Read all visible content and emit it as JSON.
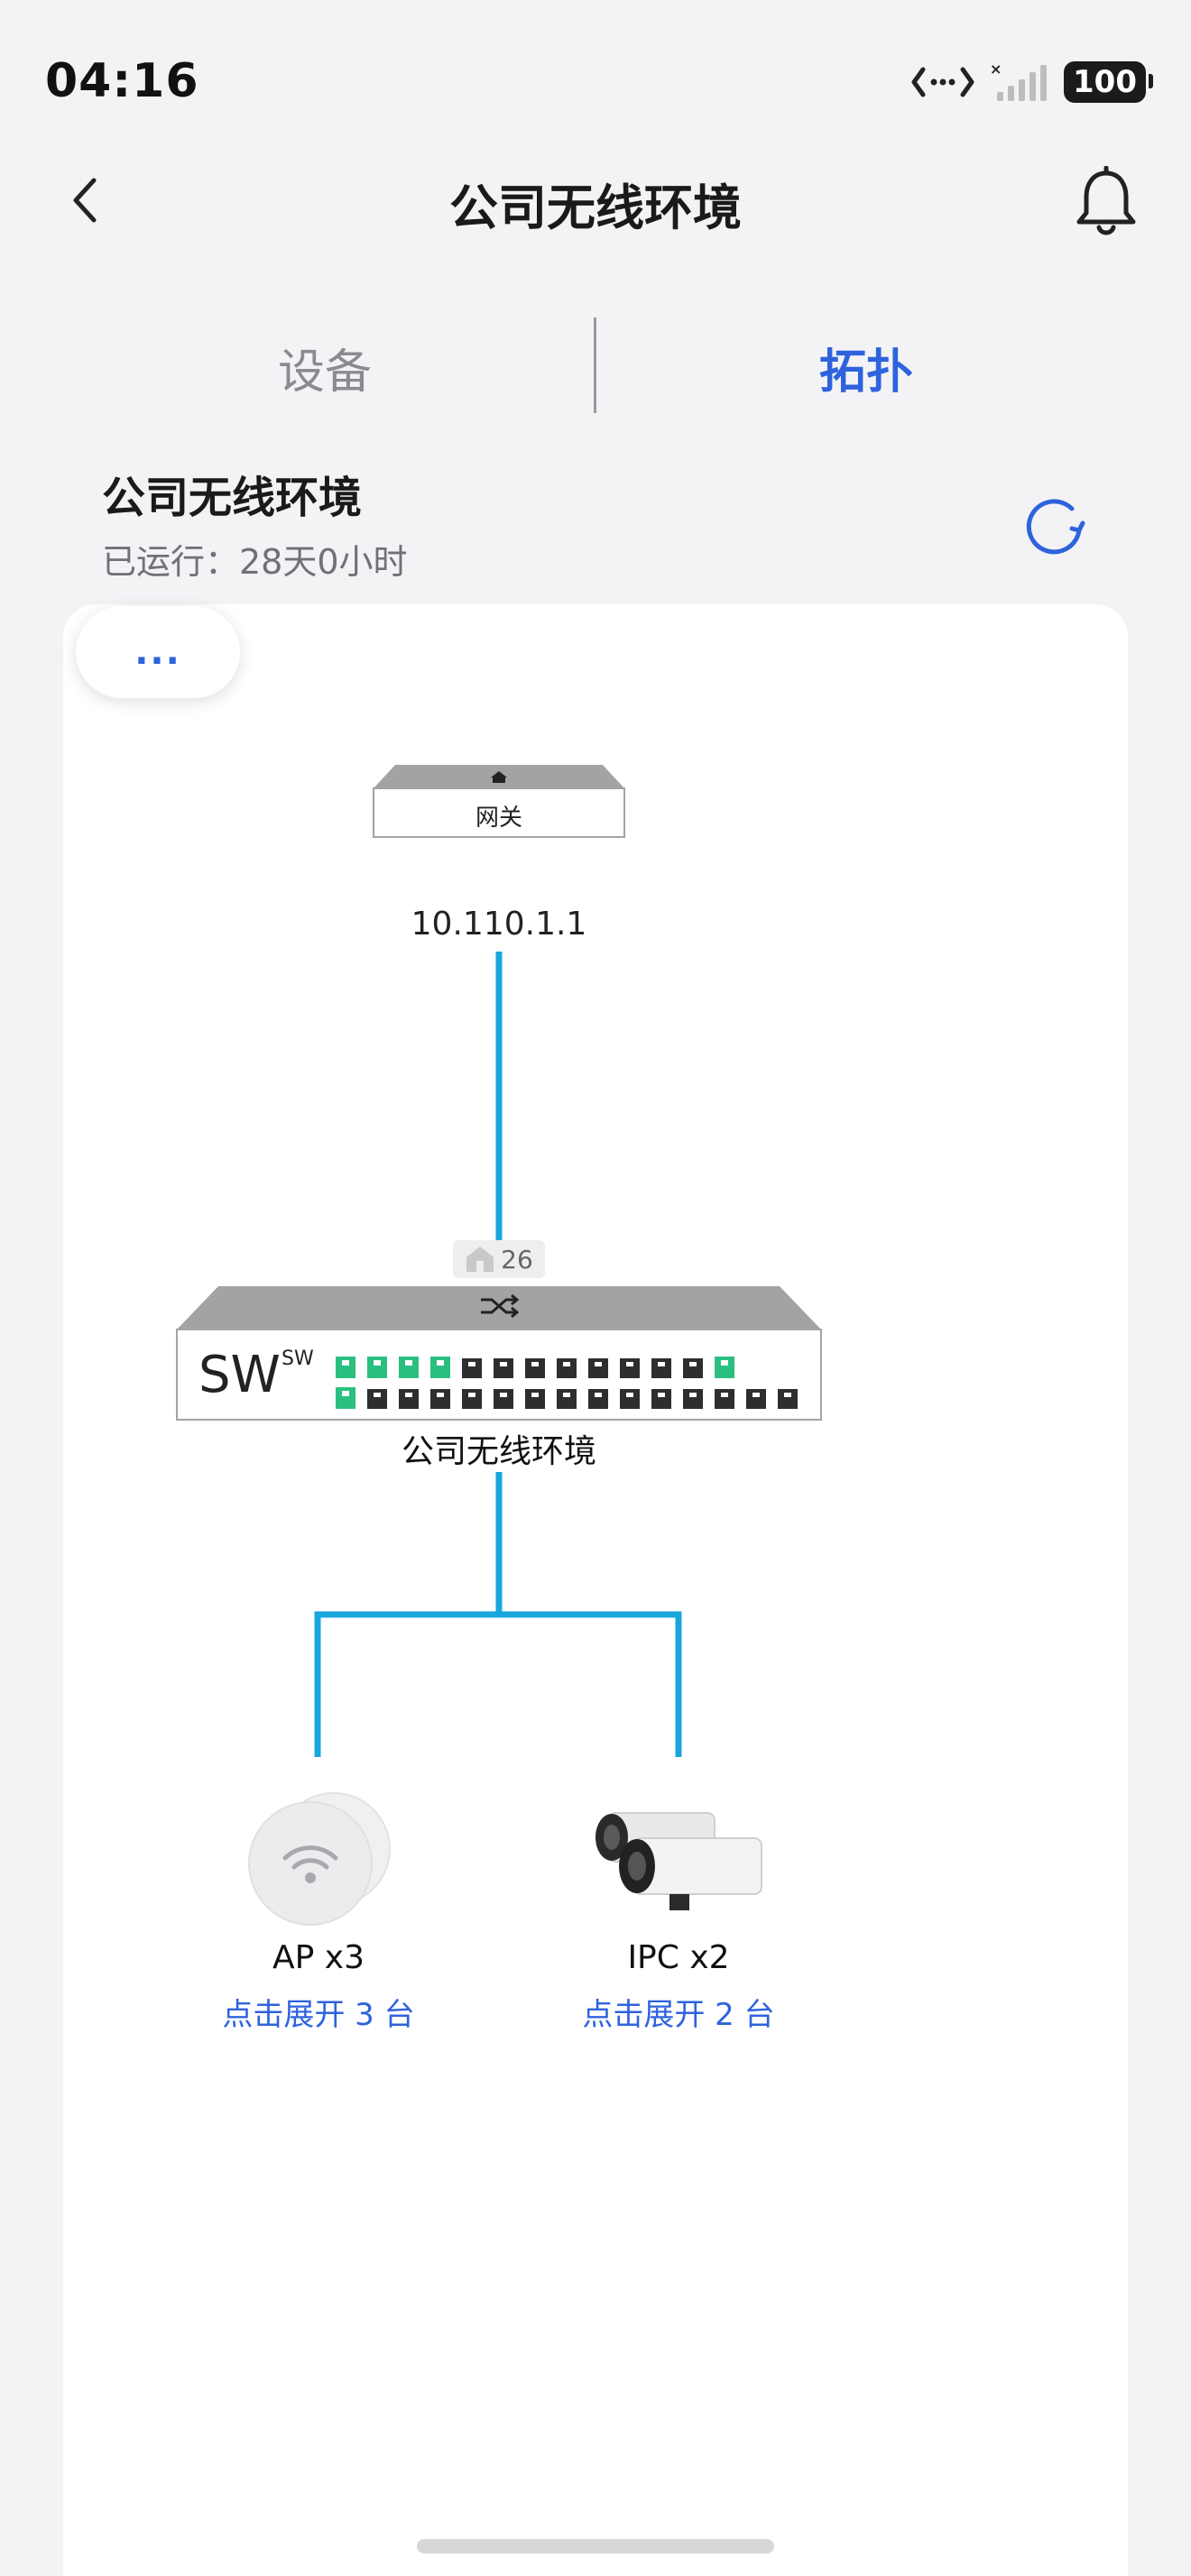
{
  "status_bar": {
    "time": "04:16",
    "battery": "100",
    "icons": [
      "data-transfer-icon",
      "signal-icon"
    ]
  },
  "header": {
    "title": "公司无线环境",
    "back_icon": "chevron-left-icon",
    "bell_icon": "bell-icon"
  },
  "tabs": [
    {
      "label": "设备",
      "active": false
    },
    {
      "label": "拓扑",
      "active": true
    }
  ],
  "site": {
    "name": "公司无线环境",
    "uptime": "已运行：28天0小时",
    "refresh_icon": "refresh-icon"
  },
  "topology": {
    "more_label": "...",
    "gateway": {
      "label": "网关",
      "ip": "10.110.1.1"
    },
    "switch": {
      "model_big": "SW",
      "model_small": "SW",
      "port_count": "26",
      "name": "公司无线环境"
    },
    "devices": [
      {
        "label": "AP x3",
        "action": "点击展开 3 台",
        "icon": "wifi-ap-icon"
      },
      {
        "label": "IPC x2",
        "action": "点击展开 2 台",
        "icon": "ip-camera-icon"
      }
    ]
  },
  "colors": {
    "accent": "#2f63dd",
    "link_line": "#18a6dc",
    "port_active": "#2bbf7f",
    "port_idle": "#2e2e2e"
  }
}
